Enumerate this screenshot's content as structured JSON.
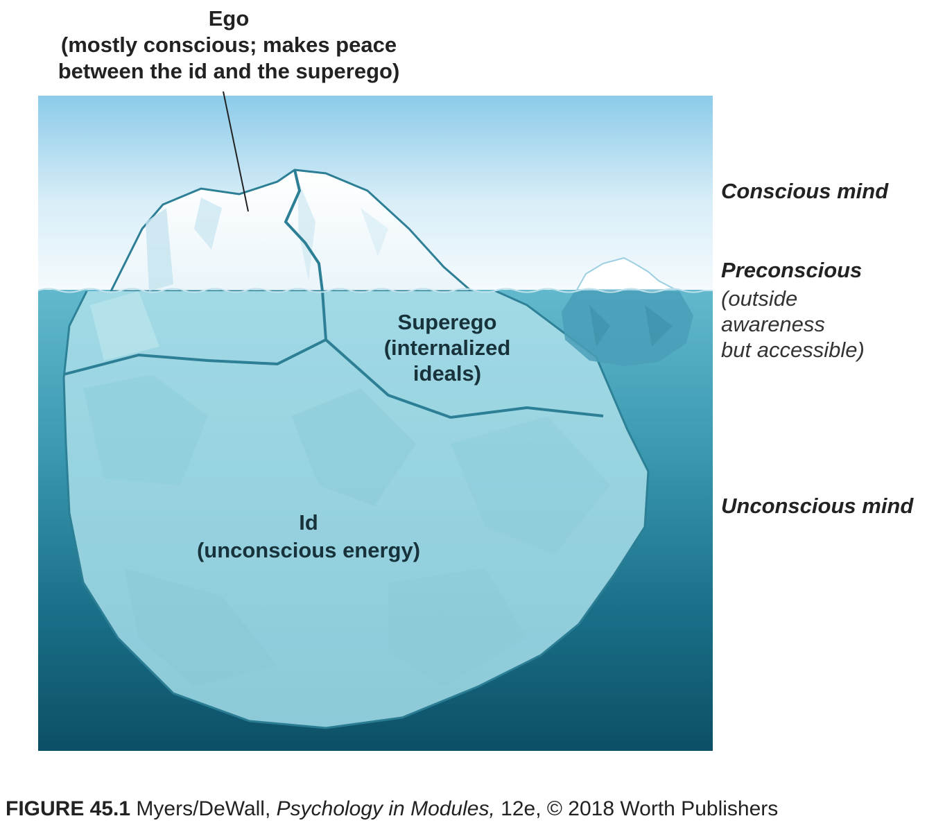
{
  "diagram": {
    "ego": {
      "name": "Ego",
      "line1": "(mostly conscious; makes peace",
      "line2": "between the id and the superego)"
    },
    "superego": {
      "name": "Superego",
      "line1": "(internalized",
      "line2": "ideals)"
    },
    "id": {
      "name": "Id",
      "line1": "(unconscious energy)"
    },
    "levels": {
      "conscious": "Conscious mind",
      "preconscious": "Preconscious",
      "preconscious_note": [
        "(outside",
        "awareness",
        "but accessible)"
      ],
      "unconscious": "Unconscious mind"
    }
  },
  "caption": {
    "figure_number": "FIGURE 45.1",
    "authors": " Myers/DeWall, ",
    "book_title": "Psychology in Modules,",
    "rest": " 12e, © 2018 Worth Publishers"
  },
  "colors": {
    "sky_top": "#8ccbe9",
    "sky_bottom": "#f3f9fc",
    "water_top": "#62b9cd",
    "water_bottom": "#0c4f66",
    "ice_above": "#ffffff",
    "ice_below": "#a5dbe6",
    "outline": "#2c7f95"
  }
}
